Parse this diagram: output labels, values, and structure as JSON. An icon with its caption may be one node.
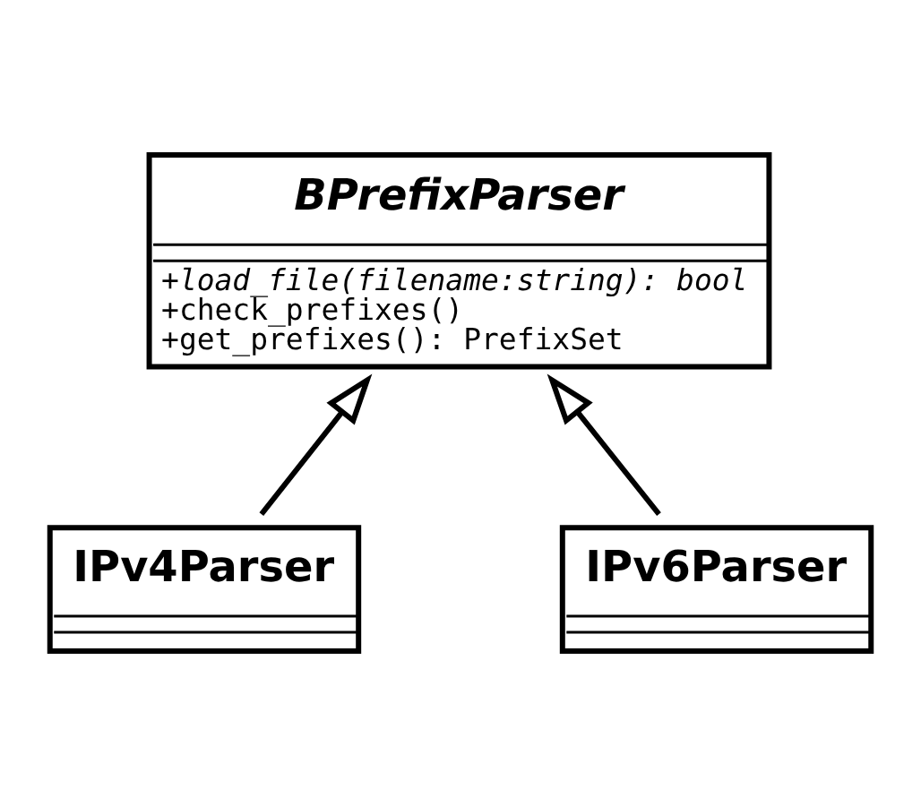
{
  "diagram": {
    "nodes": [
      {
        "text": [
          "BPrefixParser",
          "+load_file(filename:string): bool",
          "+check_prefixes()",
          "+get_prefixes(): PrefixSet"
        ]
      },
      {
        "text": [
          "IPv4Parser"
        ]
      },
      {
        "text": [
          "IPv6Parser"
        ]
      }
    ],
    "edges": [
      {
        "from": 1,
        "to": 0,
        "arrow": "to"
      },
      {
        "from": 2,
        "to": 0,
        "arrow": "to"
      }
    ]
  }
}
